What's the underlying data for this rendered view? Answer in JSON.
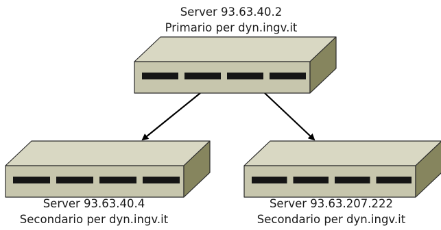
{
  "colors": {
    "top_face": "#d9d8c3",
    "front_face": "#c7c6ad",
    "side_face": "#86855e",
    "outline": "#2a2a2a",
    "port": "#151515",
    "arrow": "#000000"
  },
  "servers": [
    {
      "id": "primary",
      "line1": "Server 93.63.40.2",
      "line2": "Primario per dyn.ingv.it",
      "ports": 4
    },
    {
      "id": "secondary-left",
      "line1": "Server 93.63.40.4",
      "line2": "Secondario per dyn.ingv.it",
      "ports": 4
    },
    {
      "id": "secondary-right",
      "line1": "Server 93.63.207.222",
      "line2": "Secondario per dyn.ingv.it",
      "ports": 4
    }
  ],
  "edges": [
    {
      "from": "primary",
      "to": "secondary-left"
    },
    {
      "from": "primary",
      "to": "secondary-right"
    }
  ]
}
